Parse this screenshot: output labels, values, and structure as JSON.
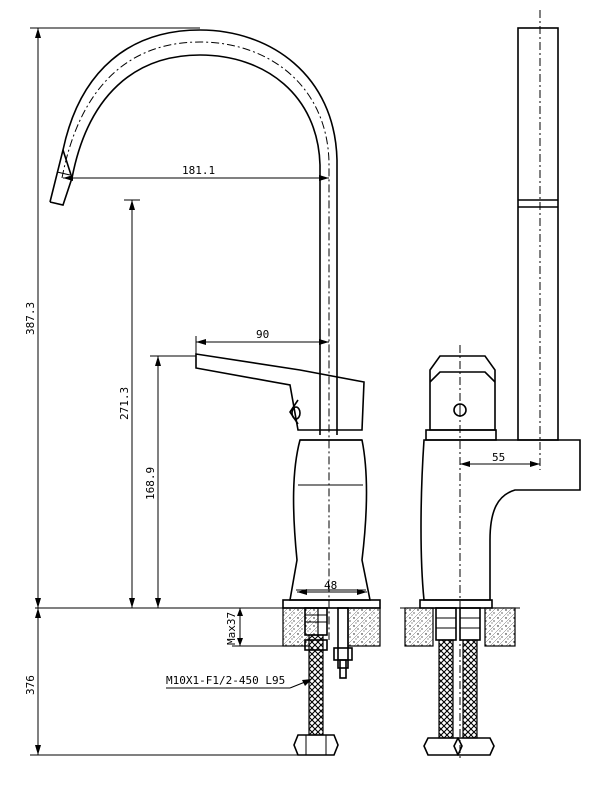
{
  "dimensions": {
    "total_height": "387.3",
    "spout_height": "271.3",
    "handle_height": "168.9",
    "spout_reach": "181.1",
    "handle_reach": "90",
    "base_diameter": "48",
    "side_offset": "55",
    "max_counter": "Max37",
    "under_counter": "376"
  },
  "hose_spec": "M10X1-F1/2-450 L95",
  "colors": {
    "line": "#000000",
    "background": "#ffffff"
  },
  "icons": [
    "arrow-icon",
    "hatch-pattern",
    "braided-hose"
  ]
}
